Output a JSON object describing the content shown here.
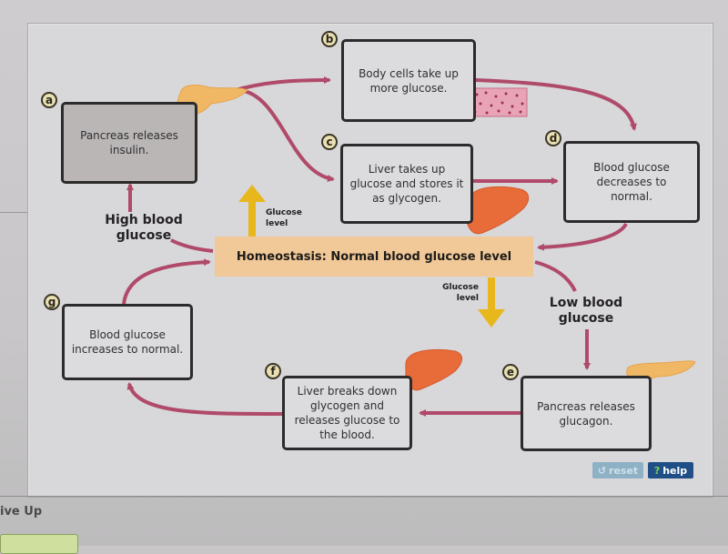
{
  "diagram": {
    "title": "Blood glucose homeostasis",
    "homeostasis_label": "Homeostasis: Normal blood glucose level",
    "high_label": "High blood glucose",
    "high_label_lines": [
      "High blood",
      "glucose"
    ],
    "low_label_lines": [
      "Low blood",
      "glucose"
    ],
    "glucose_level_up_lines": [
      "Glucose",
      "level"
    ],
    "glucose_level_down_lines": [
      "Glucose",
      "level"
    ],
    "steps": [
      {
        "letter": "a",
        "text": "Pancreas releases insulin.",
        "selected": true
      },
      {
        "letter": "b",
        "text": "Body cells take up more glucose.",
        "selected": false
      },
      {
        "letter": "c",
        "text": "Liver takes up glucose and stores it as glycogen.",
        "selected": false
      },
      {
        "letter": "d",
        "text": "Blood glucose decreases to normal.",
        "selected": false
      },
      {
        "letter": "e",
        "text": "Pancreas releases glucagon.",
        "selected": false
      },
      {
        "letter": "f",
        "text": "Liver breaks down glycogen and releases glucose to the blood.",
        "selected": false
      },
      {
        "letter": "g",
        "text": "Blood glucose increases to normal.",
        "selected": false
      }
    ],
    "icons": [
      "pancreas-icon",
      "body-cells-icon",
      "liver-icon"
    ]
  },
  "controls": {
    "reset_label": "reset",
    "help_label": "help",
    "help_glyph": "?"
  },
  "page": {
    "give_up_label": "ive Up"
  },
  "colors": {
    "arrow": "#b04a6a",
    "glucose_arrow": "#e8b71c",
    "homeostasis_bg": "#f1c897",
    "help_bg": "#1f4f86",
    "reset_bg": "#8fb1c6"
  }
}
